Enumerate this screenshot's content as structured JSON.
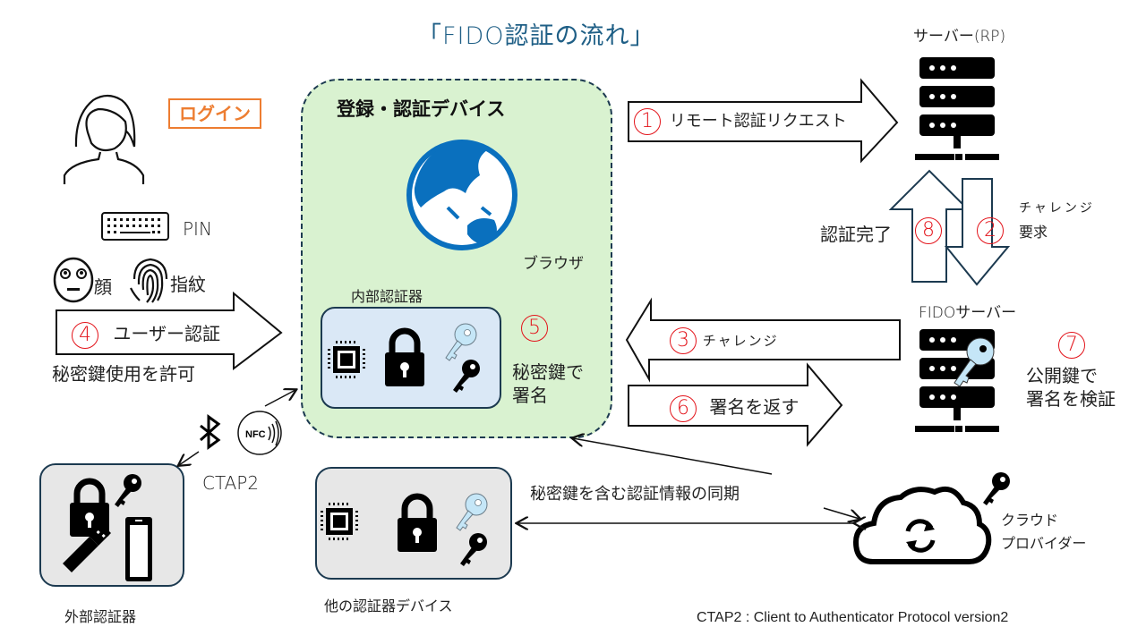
{
  "title": "「FIDO認証の流れ」",
  "user": {
    "login_label": "ログイン",
    "pin_label": "PIN",
    "face_label": "顔",
    "fingerprint_label": "指紋",
    "permit_label": "秘密鍵使用を許可"
  },
  "device": {
    "title": "登録・認証デバイス",
    "browser_label": "ブラウザ",
    "internal_authenticator_label": "内部認証器",
    "sign_label_line1": "秘密鍵で",
    "sign_label_line2": "署名"
  },
  "external": {
    "label": "外部認証器",
    "protocol_label": "CTAP2"
  },
  "other_device": {
    "label": "他の認証器デバイス",
    "sync_label": "秘密鍵を含む認証情報の同期"
  },
  "cloud": {
    "label_line1": "クラウド",
    "label_line2": "プロバイダー"
  },
  "servers": {
    "rp_label": "サーバー(RP)",
    "fido_label": "FIDOサーバー",
    "verify_line1": "公開鍵で",
    "verify_line2": "署名を検証"
  },
  "steps": [
    {
      "num": "1",
      "label": "リモート認証リクエスト"
    },
    {
      "num": "2",
      "label_line1": "チャレンジ",
      "label_line2": "要求"
    },
    {
      "num": "3",
      "label": "チャレンジ"
    },
    {
      "num": "4",
      "label": "ユーザー認証"
    },
    {
      "num": "5",
      "label": ""
    },
    {
      "num": "6",
      "label": "署名を返す"
    },
    {
      "num": "7",
      "label": ""
    },
    {
      "num": "8",
      "label": "認証完了"
    }
  ],
  "footnote": "CTAP2 : Client to Authenticator Protocol version2",
  "colors": {
    "title": "#1f5f86",
    "step_number": "#e3141b",
    "login": "#ed7d31",
    "device_bg": "#d9f2d0",
    "inner_bg": "#dae8f6",
    "globe": "#0a70be",
    "light_key": "#c5e6f7"
  }
}
